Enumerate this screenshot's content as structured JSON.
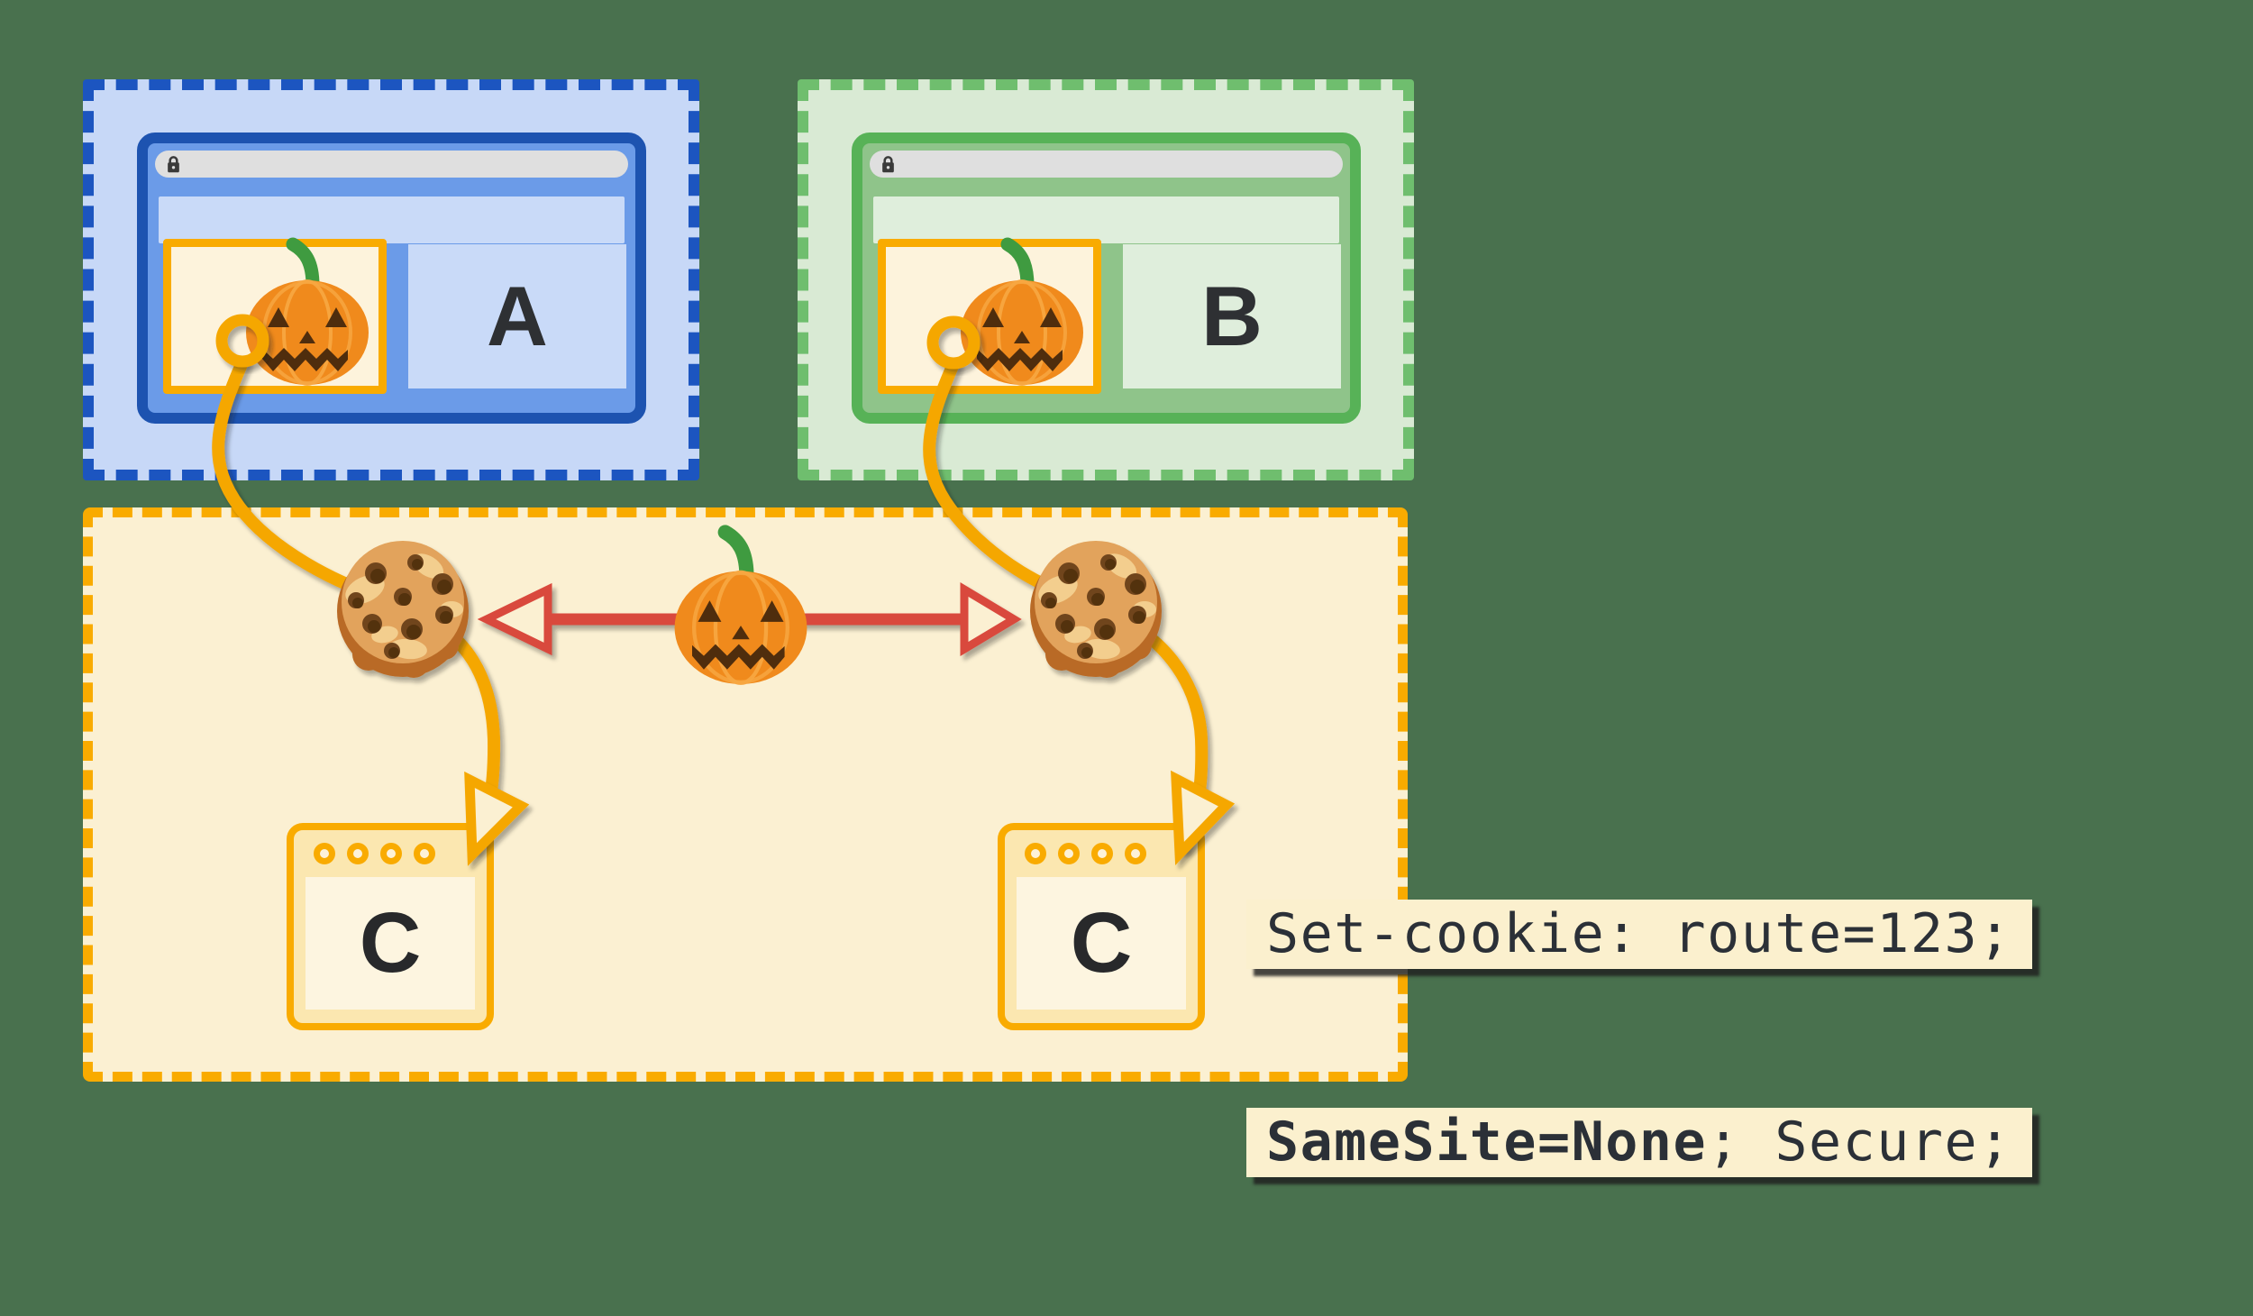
{
  "page": {
    "background_color": "#49714E"
  },
  "site_a": {
    "letter": "A",
    "accent_color": "#1C55C0",
    "fill_color": "#C7D8F7"
  },
  "site_b": {
    "letter": "B",
    "accent_color": "#6FBE6E",
    "fill_color": "#D9EAD4"
  },
  "third_party": {
    "accent_color": "#F9AB00",
    "fill_color": "#FBF0D2",
    "server_left_letter": "C",
    "server_right_letter": "C"
  },
  "code_snippet": {
    "line1": "Set-cookie: route=123;",
    "line2_bold": "SameSite=None",
    "line2_rest": "; Secure;",
    "text_color": "#2B3037",
    "background_color": "#FBF0CE"
  },
  "icons": {
    "lock": "lock-icon",
    "pumpkin": "jack-o-lantern-icon",
    "cookie": "cookie-icon",
    "ring": "cookie-anchor-ring",
    "red_arrow": "bidirectional-arrow-icon",
    "colors": {
      "cookie_brown": "#B96B27",
      "pumpkin_orange": "#F08A1C",
      "curve_orange": "#F5A700",
      "arrow_red": "#D9493E"
    }
  }
}
